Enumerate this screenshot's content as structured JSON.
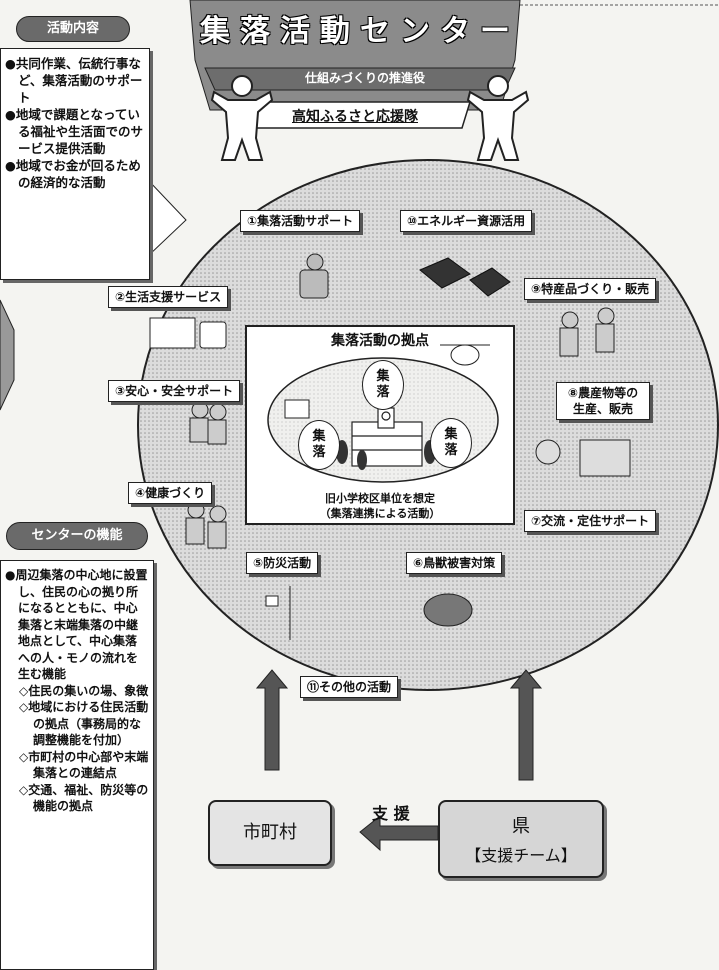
{
  "title": "集落活動センター",
  "banner": {
    "subtitle": "仕組みづくりの推進役",
    "ribbon": "高知ふるさと応援隊"
  },
  "activities_box": {
    "header": "活動内容",
    "items": [
      "●共同作業、伝統行事など、集落活動のサポート",
      "●地域で課題となっている福祉や生活面でのサービス提供活動",
      "●地域でお金が回るための経済的な活動"
    ]
  },
  "center_box": {
    "header": "センターの機能",
    "main": "●周辺集落の中心地に設置し、住民の心の拠り所になるとともに、中心集落と末端集落の中継地点として、中心集落への人・モノの流れを生む機能",
    "subs": [
      "◇住民の集いの場、象徴",
      "◇地域における住民活動の拠点（事務局的な調整機能を付加）",
      "◇市町村の中心部や末端集落との連結点",
      "◇交通、福祉、防災等の機能の拠点"
    ]
  },
  "hub": {
    "title": "集落活動の拠点",
    "kanji": "集落",
    "caption_line1": "旧小学校区単位を想定",
    "caption_line2": "（集落連携による活動）"
  },
  "activities": [
    "①集落活動サポート",
    "②生活支援サービス",
    "③安心・安全サポート",
    "④健康づくり",
    "⑤防災活動",
    "⑥鳥獣被害対策",
    "⑦交流・定住サポート",
    "⑧農産物等の生産、販売",
    "⑨特産品づくり・販売",
    "⑩エネルギー資源活用",
    "⑪その他の活動"
  ],
  "support": {
    "municipality": "市町村",
    "arrow_label": "支 援",
    "prefecture_line1": "県",
    "prefecture_line2": "【支援チーム】"
  },
  "colors": {
    "dark_gray": "#5e5e5e",
    "mid_gray": "#9a9a9a",
    "light_gray": "#e6e6e6"
  }
}
